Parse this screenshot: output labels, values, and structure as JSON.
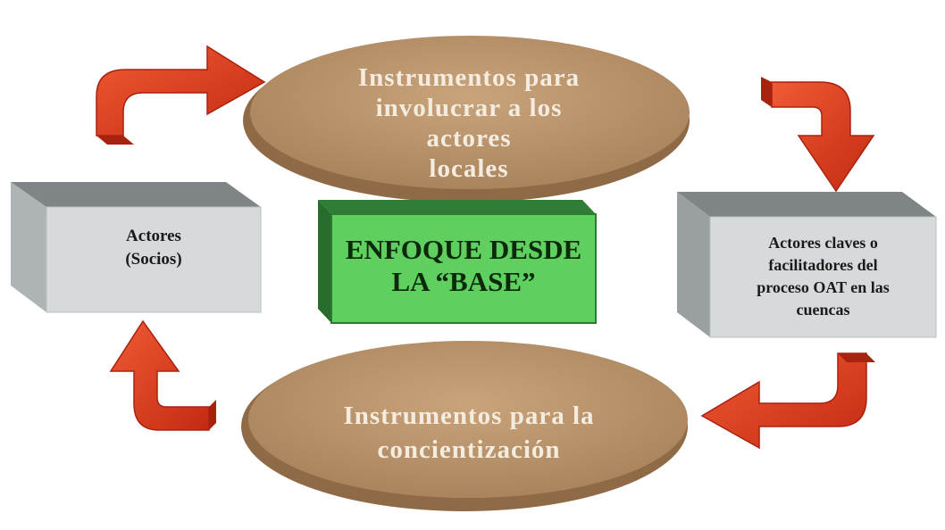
{
  "diagram": {
    "top_ellipse": {
      "lines": [
        "Instrumentos para",
        "involucrar a los",
        "actores",
        "locales"
      ]
    },
    "bottom_ellipse": {
      "lines": [
        "Instrumentos para la",
        "concientización"
      ]
    },
    "left_box": {
      "lines": [
        "Actores",
        "(Socios)"
      ]
    },
    "right_box": {
      "lines": [
        "Actores claves o",
        "facilitadores del",
        "proceso OAT en las",
        "cuencas"
      ]
    },
    "center_box": {
      "lines": [
        "ENFOQUE DESDE",
        "LA “BASE”"
      ]
    }
  },
  "colors": {
    "ellipse": "#c19a72",
    "ellipse_shadow": "#8f6a46",
    "box_front": "#d7dadb",
    "box_top": "#7f8587",
    "box_side": "#9aa0a2",
    "center_front": "#5fcf60",
    "center_top": "#2f7d36",
    "center_side": "#276b2d",
    "arrow": "#e23a1c",
    "arrow_dark": "#b02410"
  }
}
